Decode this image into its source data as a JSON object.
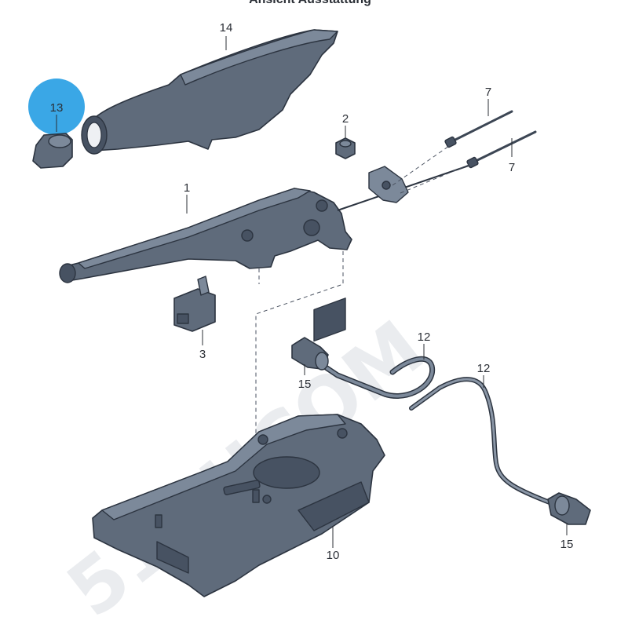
{
  "header": {
    "title_fragment": "Ansicht Ausstattung"
  },
  "watermark": {
    "text": "51QUCOM"
  },
  "highlight_color": "#3aa7e6",
  "callouts": {
    "c14": "14",
    "c13": "13",
    "c2": "2",
    "c7a": "7",
    "c7b": "7",
    "c1": "1",
    "c3": "3",
    "c12a": "12",
    "c12b": "12",
    "c15a": "15",
    "c15b": "15",
    "c10": "10"
  }
}
